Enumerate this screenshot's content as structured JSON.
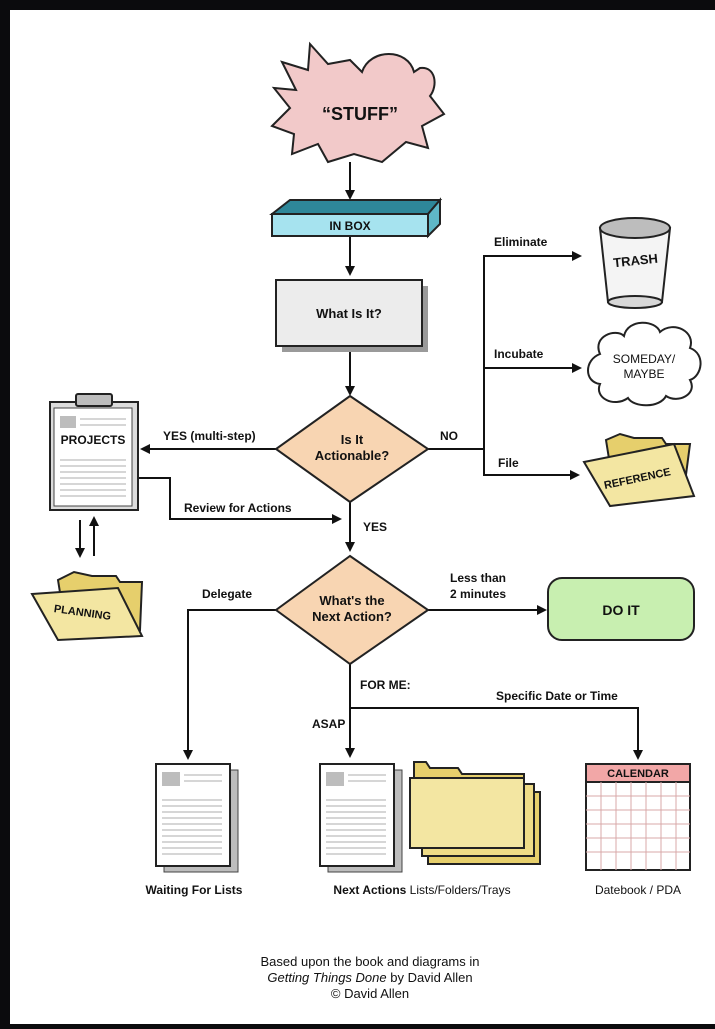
{
  "nodes": {
    "stuff": "“STUFF”",
    "inbox": "IN BOX",
    "what_is_it": "What Is It?",
    "is_actionable_l1": "Is It",
    "is_actionable_l2": "Actionable?",
    "trash": "TRASH",
    "someday_l1": "SOMEDAY/",
    "someday_l2": "MAYBE",
    "reference": "REFERENCE",
    "projects": "PROJECTS",
    "planning": "PLANNING",
    "next_action_l1": "What's the",
    "next_action_l2": "Next Action?",
    "do_it": "DO IT",
    "calendar": "CALENDAR"
  },
  "edges": {
    "eliminate": "Eliminate",
    "incubate": "Incubate",
    "file": "File",
    "no": "NO",
    "yes_multistep": "YES (multi-step)",
    "review_for_actions": "Review for Actions",
    "yes": "YES",
    "delegate": "Delegate",
    "less_than_l1": "Less than",
    "less_than_l2": "2 minutes",
    "for_me": "FOR ME:",
    "asap": "ASAP",
    "specific_date": "Specific Date or Time"
  },
  "captions": {
    "waiting_for": "Waiting For Lists",
    "next_actions_bold": "Next Actions",
    "next_actions_rest": " Lists/Folders/Trays",
    "datebook": "Datebook / PDA"
  },
  "credit": {
    "line1": "Based upon the book and diagrams in",
    "line2_italic": "Getting Things Done",
    "line2_rest": " by David Allen",
    "line3": "© David Allen"
  },
  "colors": {
    "stuff_fill": "#f2c9c9",
    "inbox_fill": "#a6e3ef",
    "what_is_it_fill": "#ececec",
    "decision_fill": "#f8d5b2",
    "do_it_fill": "#c8efb0",
    "folder_fill": "#f3e6a2",
    "calendar_header": "#f2a7a7",
    "background": "#0b0b0d"
  }
}
